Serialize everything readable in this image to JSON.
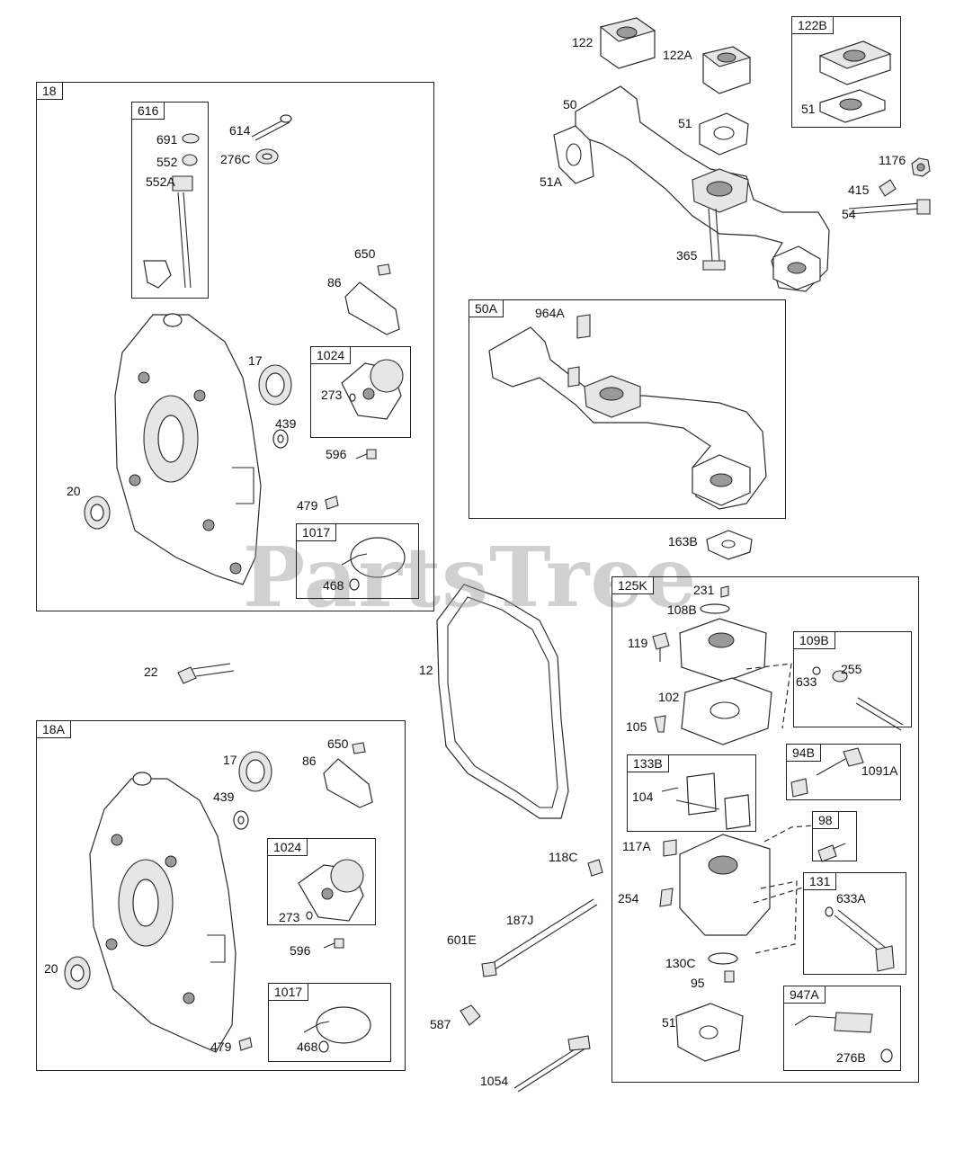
{
  "watermark": "PartsTree",
  "groups": {
    "g18": "18",
    "g616": "616",
    "g1024a": "1024",
    "g1017a": "1017",
    "g50A": "50A",
    "g122B": "122B",
    "g18A": "18A",
    "g1024b": "1024",
    "g1017b": "1017",
    "g125K": "125K",
    "g109B": "109B",
    "g133B": "133B",
    "g94B": "94B",
    "g98": "98",
    "g131": "131",
    "g947A": "947A"
  },
  "labels": {
    "l122": "122",
    "l122A": "122A",
    "l51top": "51",
    "l51_122B": "51",
    "l50": "50",
    "l51A": "51A",
    "l1176": "1176",
    "l415": "415",
    "l54": "54",
    "l365": "365",
    "l964A": "964A",
    "l163B": "163B",
    "l691": "691",
    "l552": "552",
    "l552A": "552A",
    "l614": "614",
    "l276C": "276C",
    "l650a": "650",
    "l86a": "86",
    "l17a": "17",
    "l439a": "439",
    "l273a": "273",
    "l596a": "596",
    "l20a": "20",
    "l479a": "479",
    "l468a": "468",
    "l22": "22",
    "l12": "12",
    "l650b": "650",
    "l86b": "86",
    "l17b": "17",
    "l439b": "439",
    "l273b": "273",
    "l596b": "596",
    "l20b": "20",
    "l479b": "479",
    "l468b": "468",
    "l118C": "118C",
    "l187J": "187J",
    "l601E": "601E",
    "l587": "587",
    "l1054": "1054",
    "l231": "231",
    "l108B": "108B",
    "l119": "119",
    "l633": "633",
    "l255": "255",
    "l102": "102",
    "l105": "105",
    "l1091A": "1091A",
    "l104": "104",
    "l117A": "117A",
    "l254": "254",
    "l633A": "633A",
    "l130C": "130C",
    "l95": "95",
    "l51carb": "51",
    "l276B": "276B"
  }
}
